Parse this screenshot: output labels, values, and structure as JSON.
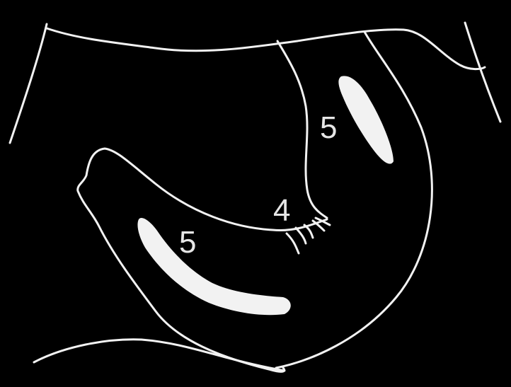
{
  "labels": {
    "upper_band": "5",
    "lower_band": "5",
    "junction": "4"
  },
  "colors": {
    "background": "#000000",
    "line": "#f2f2f2"
  }
}
